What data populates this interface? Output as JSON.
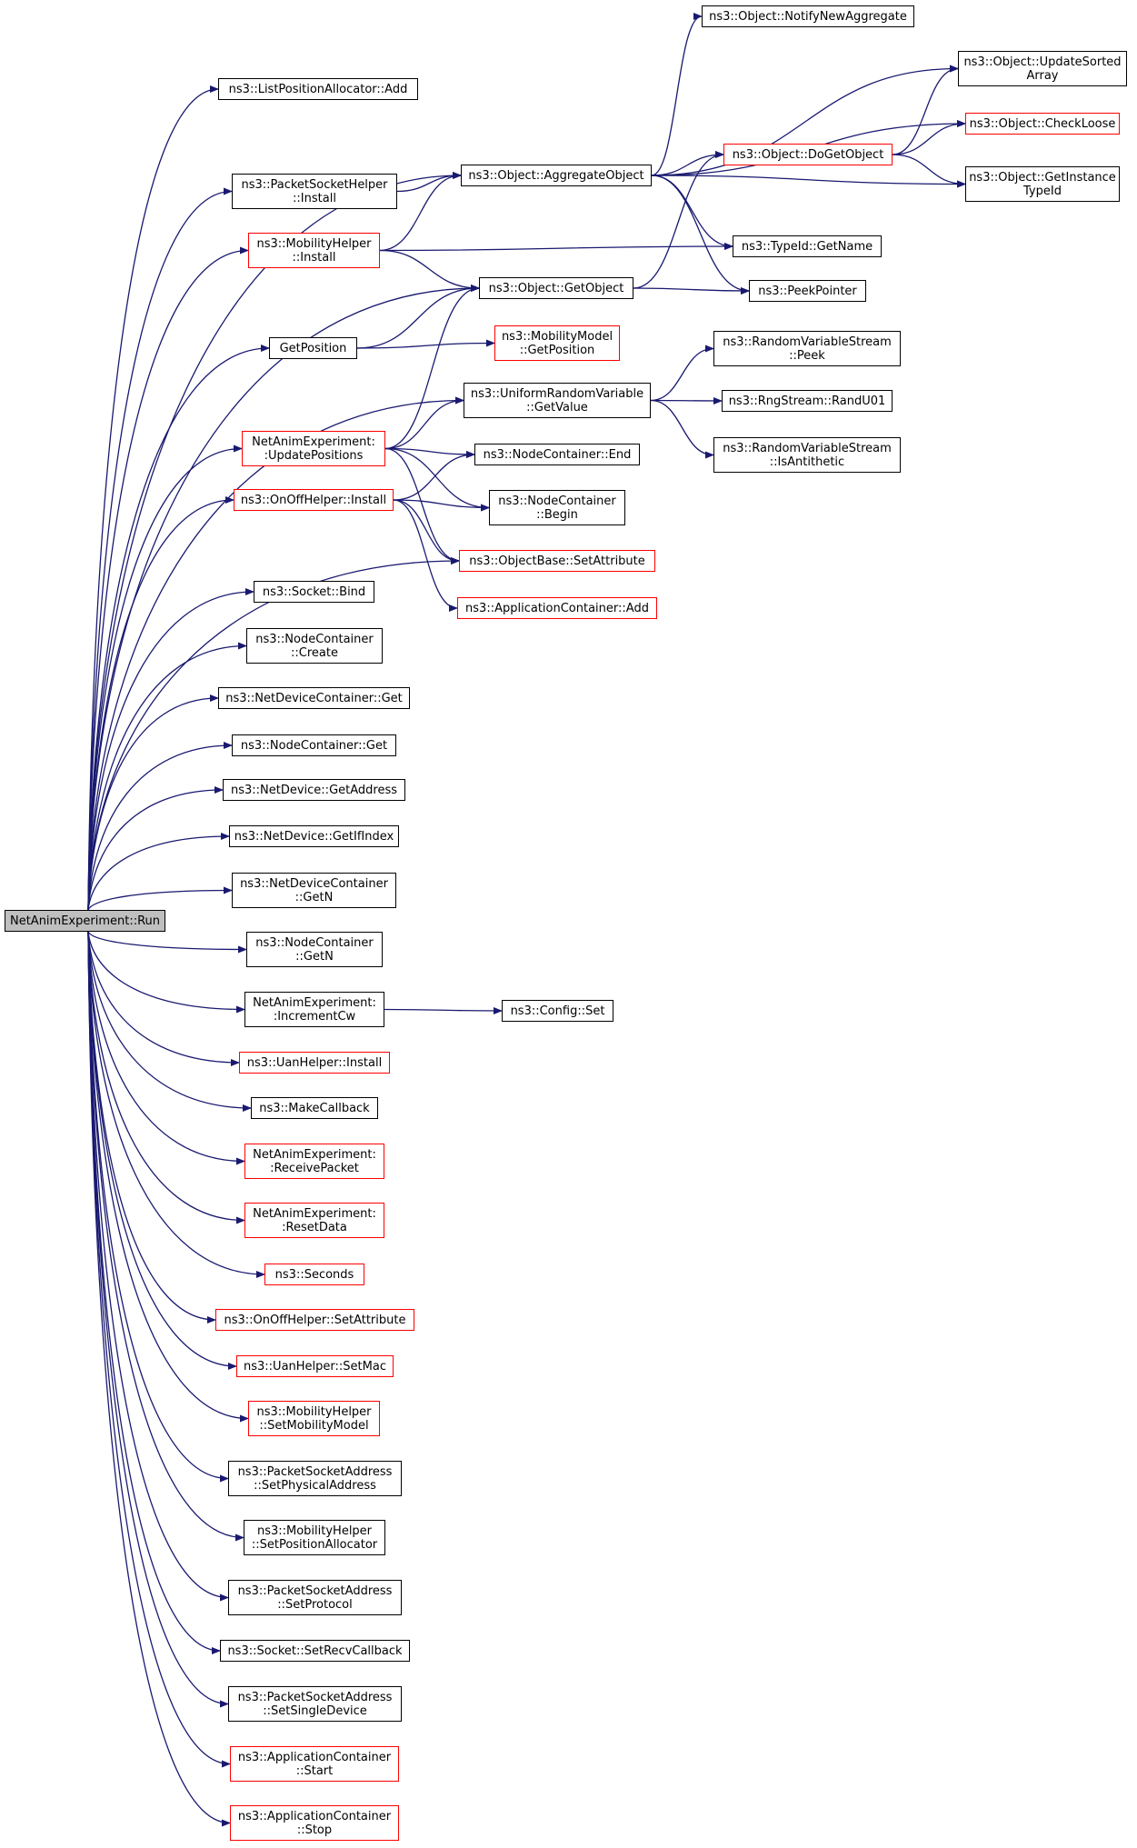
{
  "diagram": {
    "colors": {
      "edge": "#191970",
      "border_normal": "#000000",
      "border_truncated": "#ff0000",
      "root_fill": "#bfbfbf"
    },
    "nodes": [
      {
        "id": "run",
        "lines": [
          "NetAnimExperiment::Run"
        ],
        "style": "root"
      },
      {
        "id": "lpa_add",
        "lines": [
          "ns3::ListPositionAllocator::Add"
        ],
        "style": "normal"
      },
      {
        "id": "psh_install",
        "lines": [
          "ns3::PacketSocketHelper",
          "::Install"
        ],
        "style": "normal"
      },
      {
        "id": "mh_install",
        "lines": [
          "ns3::MobilityHelper",
          "::Install"
        ],
        "style": "red"
      },
      {
        "id": "getposition",
        "lines": [
          "GetPosition"
        ],
        "style": "normal"
      },
      {
        "id": "nae_updatepos",
        "lines": [
          "NetAnimExperiment:",
          ":UpdatePositions"
        ],
        "style": "red"
      },
      {
        "id": "ooh_install",
        "lines": [
          "ns3::OnOffHelper::Install"
        ],
        "style": "red"
      },
      {
        "id": "socket_bind",
        "lines": [
          "ns3::Socket::Bind"
        ],
        "style": "normal"
      },
      {
        "id": "nc_create",
        "lines": [
          "ns3::NodeContainer",
          "::Create"
        ],
        "style": "normal"
      },
      {
        "id": "ndc_get",
        "lines": [
          "ns3::NetDeviceContainer::Get"
        ],
        "style": "normal"
      },
      {
        "id": "nc_get",
        "lines": [
          "ns3::NodeContainer::Get"
        ],
        "style": "normal"
      },
      {
        "id": "nd_getaddress",
        "lines": [
          "ns3::NetDevice::GetAddress"
        ],
        "style": "normal"
      },
      {
        "id": "nd_getifindex",
        "lines": [
          "ns3::NetDevice::GetIfIndex"
        ],
        "style": "normal"
      },
      {
        "id": "ndc_getn",
        "lines": [
          "ns3::NetDeviceContainer",
          "::GetN"
        ],
        "style": "normal"
      },
      {
        "id": "nc_getn",
        "lines": [
          "ns3::NodeContainer",
          "::GetN"
        ],
        "style": "normal"
      },
      {
        "id": "nae_inccw",
        "lines": [
          "NetAnimExperiment:",
          ":IncrementCw"
        ],
        "style": "normal"
      },
      {
        "id": "uan_install",
        "lines": [
          "ns3::UanHelper::Install"
        ],
        "style": "red"
      },
      {
        "id": "makecallback",
        "lines": [
          "ns3::MakeCallback"
        ],
        "style": "normal"
      },
      {
        "id": "nae_recvpkt",
        "lines": [
          "NetAnimExperiment:",
          ":ReceivePacket"
        ],
        "style": "red"
      },
      {
        "id": "nae_resetdata",
        "lines": [
          "NetAnimExperiment:",
          ":ResetData"
        ],
        "style": "red"
      },
      {
        "id": "seconds",
        "lines": [
          "ns3::Seconds"
        ],
        "style": "red"
      },
      {
        "id": "ooh_setattr",
        "lines": [
          "ns3::OnOffHelper::SetAttribute"
        ],
        "style": "red"
      },
      {
        "id": "uan_setmac",
        "lines": [
          "ns3::UanHelper::SetMac"
        ],
        "style": "red"
      },
      {
        "id": "mh_setmobmodel",
        "lines": [
          "ns3::MobilityHelper",
          "::SetMobilityModel"
        ],
        "style": "red"
      },
      {
        "id": "psa_setphys",
        "lines": [
          "ns3::PacketSocketAddress",
          "::SetPhysicalAddress"
        ],
        "style": "normal"
      },
      {
        "id": "mh_setposalloc",
        "lines": [
          "ns3::MobilityHelper",
          "::SetPositionAllocator"
        ],
        "style": "normal"
      },
      {
        "id": "psa_setproto",
        "lines": [
          "ns3::PacketSocketAddress",
          "::SetProtocol"
        ],
        "style": "normal"
      },
      {
        "id": "socket_setrecvcb",
        "lines": [
          "ns3::Socket::SetRecvCallback"
        ],
        "style": "normal"
      },
      {
        "id": "psa_setsingle",
        "lines": [
          "ns3::PacketSocketAddress",
          "::SetSingleDevice"
        ],
        "style": "normal"
      },
      {
        "id": "ac_start",
        "lines": [
          "ns3::ApplicationContainer",
          "::Start"
        ],
        "style": "red"
      },
      {
        "id": "ac_stop",
        "lines": [
          "ns3::ApplicationContainer",
          "::Stop"
        ],
        "style": "red"
      },
      {
        "id": "obj_aggregate",
        "lines": [
          "ns3::Object::AggregateObject"
        ],
        "style": "normal"
      },
      {
        "id": "obj_getobject",
        "lines": [
          "ns3::Object::GetObject"
        ],
        "style": "normal"
      },
      {
        "id": "mm_getposition",
        "lines": [
          "ns3::MobilityModel",
          "::GetPosition"
        ],
        "style": "red"
      },
      {
        "id": "urv_getvalue",
        "lines": [
          "ns3::UniformRandomVariable",
          "::GetValue"
        ],
        "style": "normal"
      },
      {
        "id": "nc_end",
        "lines": [
          "ns3::NodeContainer::End"
        ],
        "style": "normal"
      },
      {
        "id": "nc_begin",
        "lines": [
          "ns3::NodeContainer",
          "::Begin"
        ],
        "style": "normal"
      },
      {
        "id": "ob_setattr",
        "lines": [
          "ns3::ObjectBase::SetAttribute"
        ],
        "style": "red"
      },
      {
        "id": "ac_add",
        "lines": [
          "ns3::ApplicationContainer::Add"
        ],
        "style": "red"
      },
      {
        "id": "config_set",
        "lines": [
          "ns3::Config::Set"
        ],
        "style": "normal"
      },
      {
        "id": "obj_notifynewagg",
        "lines": [
          "ns3::Object::NotifyNewAggregate"
        ],
        "style": "normal"
      },
      {
        "id": "obj_dogetobject",
        "lines": [
          "ns3::Object::DoGetObject"
        ],
        "style": "red"
      },
      {
        "id": "typeid_getname",
        "lines": [
          "ns3::TypeId::GetName"
        ],
        "style": "normal"
      },
      {
        "id": "peekpointer",
        "lines": [
          "ns3::PeekPointer"
        ],
        "style": "normal"
      },
      {
        "id": "rvs_peek",
        "lines": [
          "ns3::RandomVariableStream",
          "::Peek"
        ],
        "style": "normal"
      },
      {
        "id": "rng_randu01",
        "lines": [
          "ns3::RngStream::RandU01"
        ],
        "style": "normal"
      },
      {
        "id": "rvs_isanti",
        "lines": [
          "ns3::RandomVariableStream",
          "::IsAntithetic"
        ],
        "style": "normal"
      },
      {
        "id": "obj_updatesorted",
        "lines": [
          "ns3::Object::UpdateSorted",
          "Array"
        ],
        "style": "normal"
      },
      {
        "id": "obj_checkloose",
        "lines": [
          "ns3::Object::CheckLoose"
        ],
        "style": "red"
      },
      {
        "id": "obj_getinstance",
        "lines": [
          "ns3::Object::GetInstance",
          "TypeId"
        ],
        "style": "normal"
      }
    ],
    "edges": [
      [
        "run",
        "lpa_add"
      ],
      [
        "run",
        "obj_aggregate"
      ],
      [
        "run",
        "psh_install"
      ],
      [
        "run",
        "mh_install"
      ],
      [
        "run",
        "obj_getobject"
      ],
      [
        "run",
        "getposition"
      ],
      [
        "run",
        "urv_getvalue"
      ],
      [
        "run",
        "nae_updatepos"
      ],
      [
        "run",
        "ooh_install"
      ],
      [
        "run",
        "ob_setattr"
      ],
      [
        "run",
        "socket_bind"
      ],
      [
        "run",
        "nc_create"
      ],
      [
        "run",
        "ndc_get"
      ],
      [
        "run",
        "nc_get"
      ],
      [
        "run",
        "nd_getaddress"
      ],
      [
        "run",
        "nd_getifindex"
      ],
      [
        "run",
        "ndc_getn"
      ],
      [
        "run",
        "nc_getn"
      ],
      [
        "run",
        "nae_inccw"
      ],
      [
        "run",
        "uan_install"
      ],
      [
        "run",
        "makecallback"
      ],
      [
        "run",
        "nae_recvpkt"
      ],
      [
        "run",
        "nae_resetdata"
      ],
      [
        "run",
        "seconds"
      ],
      [
        "run",
        "ooh_setattr"
      ],
      [
        "run",
        "uan_setmac"
      ],
      [
        "run",
        "mh_setmobmodel"
      ],
      [
        "run",
        "psa_setphys"
      ],
      [
        "run",
        "mh_setposalloc"
      ],
      [
        "run",
        "psa_setproto"
      ],
      [
        "run",
        "socket_setrecvcb"
      ],
      [
        "run",
        "psa_setsingle"
      ],
      [
        "run",
        "ac_start"
      ],
      [
        "run",
        "ac_stop"
      ],
      [
        "psh_install",
        "obj_aggregate"
      ],
      [
        "mh_install",
        "obj_aggregate"
      ],
      [
        "mh_install",
        "typeid_getname"
      ],
      [
        "mh_install",
        "obj_getobject"
      ],
      [
        "getposition",
        "obj_getobject"
      ],
      [
        "getposition",
        "mm_getposition"
      ],
      [
        "nae_updatepos",
        "obj_getobject"
      ],
      [
        "nae_updatepos",
        "urv_getvalue"
      ],
      [
        "nae_updatepos",
        "nc_end"
      ],
      [
        "nae_updatepos",
        "nc_begin"
      ],
      [
        "nae_updatepos",
        "ob_setattr"
      ],
      [
        "ooh_install",
        "nc_end"
      ],
      [
        "ooh_install",
        "nc_begin"
      ],
      [
        "ooh_install",
        "ob_setattr"
      ],
      [
        "ooh_install",
        "ac_add"
      ],
      [
        "nae_inccw",
        "config_set"
      ],
      [
        "obj_aggregate",
        "obj_notifynewagg"
      ],
      [
        "obj_aggregate",
        "obj_updatesorted"
      ],
      [
        "obj_aggregate",
        "obj_checkloose"
      ],
      [
        "obj_aggregate",
        "obj_dogetobject"
      ],
      [
        "obj_aggregate",
        "obj_getinstance"
      ],
      [
        "obj_aggregate",
        "typeid_getname"
      ],
      [
        "obj_aggregate",
        "peekpointer"
      ],
      [
        "obj_getobject",
        "obj_dogetobject"
      ],
      [
        "obj_getobject",
        "peekpointer"
      ],
      [
        "obj_dogetobject",
        "obj_updatesorted"
      ],
      [
        "obj_dogetobject",
        "obj_checkloose"
      ],
      [
        "obj_dogetobject",
        "obj_getinstance"
      ],
      [
        "urv_getvalue",
        "rvs_peek"
      ],
      [
        "urv_getvalue",
        "rng_randu01"
      ],
      [
        "urv_getvalue",
        "rvs_isanti"
      ]
    ]
  }
}
